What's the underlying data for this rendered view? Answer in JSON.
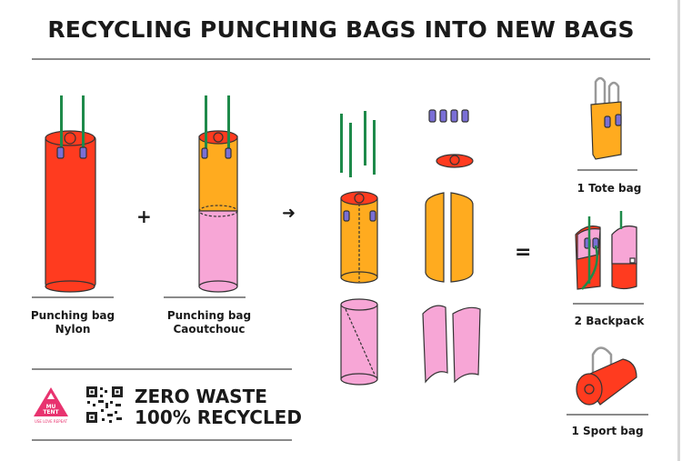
{
  "title": "RECYCLING PUNCHING BAGS INTO NEW BAGS",
  "inputs": [
    {
      "line1": "Punching bag",
      "line2": "Nylon"
    },
    {
      "line1": "Punching bag",
      "line2": "Caoutchouc"
    }
  ],
  "operators": {
    "plus": "+",
    "arrow": "➜",
    "equals": "="
  },
  "outputs": [
    {
      "label": "1 Tote bag"
    },
    {
      "label": "2 Backpack"
    },
    {
      "label": "1 Sport bag"
    }
  ],
  "footer": {
    "logo_text": "MU TENT",
    "logo_tagline": "USE LOVE REPEAT",
    "line1": "ZERO WASTE",
    "line2": "100% RECYCLED"
  },
  "colors": {
    "red": "#ff3b1f",
    "orange": "#ffab1f",
    "pink": "#f7a6d6",
    "green": "#1e8a4a",
    "purple": "#7a6fd6",
    "logo": "#e8336f"
  }
}
